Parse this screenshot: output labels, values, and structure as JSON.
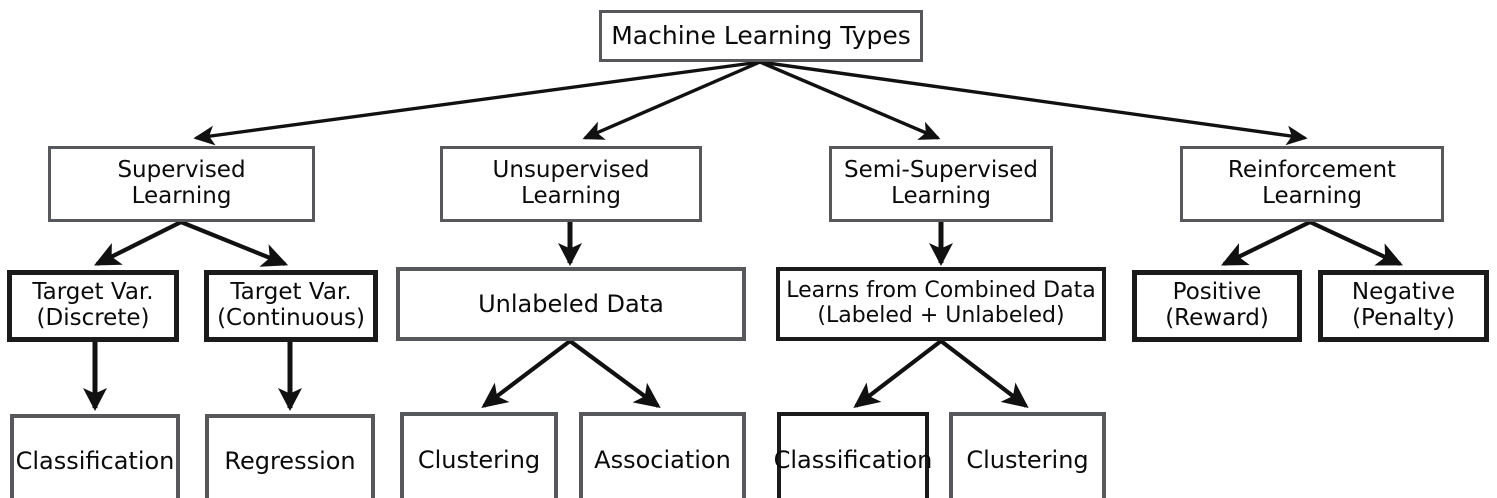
{
  "diagram": {
    "title": "Machine Learning Types",
    "type": "tree-hierarchy-diagram",
    "background_color": "#ffffff",
    "text_color": "#0b0b0b",
    "border_color_primary": "#55565a",
    "border_color_dark": "#1b1b1b",
    "edge_color": "#111111",
    "nodes": {
      "root": "Machine Learning Types",
      "level2": {
        "supervised": "Supervised\nLearning",
        "unsupervised": "Unsupervised\nLearning",
        "semi_supervised": "Semi-Supervised\nLearning",
        "reinforcement": "Reinforcement\nLearning"
      },
      "level3": {
        "target_var_discrete": "Target Var.\n(Discrete)",
        "target_var_continuous": "Target Var.\n(Continuous)",
        "unlabeled_data": "Unlabeled Data",
        "combined_data": "Learns from Combined Data\n(Labeled + Unlabeled)",
        "positive_reward": "Positive\n(Reward)",
        "negative_penalty": "Negative\n(Penalty)"
      },
      "level4": {
        "classification_sup": "Classification",
        "regression": "Regression",
        "clustering_unsup": "Clustering",
        "association": "Association",
        "classification_semi": "Classification",
        "clustering_semi": "Clustering"
      }
    },
    "edges": [
      {
        "from": "root",
        "to": "supervised"
      },
      {
        "from": "root",
        "to": "unsupervised"
      },
      {
        "from": "root",
        "to": "semi_supervised"
      },
      {
        "from": "root",
        "to": "reinforcement"
      },
      {
        "from": "supervised",
        "to": "target_var_discrete"
      },
      {
        "from": "supervised",
        "to": "target_var_continuous"
      },
      {
        "from": "unsupervised",
        "to": "unlabeled_data"
      },
      {
        "from": "semi_supervised",
        "to": "combined_data"
      },
      {
        "from": "reinforcement",
        "to": "positive_reward"
      },
      {
        "from": "reinforcement",
        "to": "negative_penalty"
      },
      {
        "from": "target_var_discrete",
        "to": "classification_sup"
      },
      {
        "from": "target_var_continuous",
        "to": "regression"
      },
      {
        "from": "unlabeled_data",
        "to": "clustering_unsup"
      },
      {
        "from": "unlabeled_data",
        "to": "association"
      },
      {
        "from": "combined_data",
        "to": "classification_semi"
      },
      {
        "from": "combined_data",
        "to": "clustering_semi"
      }
    ]
  }
}
